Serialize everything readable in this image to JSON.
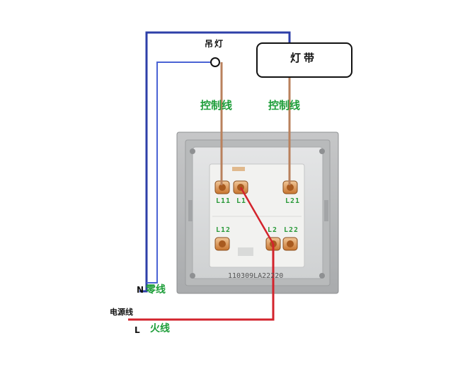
{
  "labels": {
    "pendant_lamp": "吊灯",
    "light_strip": "灯带",
    "control_wire_1": "控制线",
    "control_wire_2": "控制线",
    "neutral_letter": "N",
    "neutral_text": "零线",
    "power_line": "电源线",
    "live_letter": "L",
    "live_text": "火线"
  },
  "terminals": {
    "l11": "L11",
    "l1": "L1",
    "l21": "L21",
    "l12": "L12",
    "l2": "L2",
    "l22": "L22"
  },
  "model_code": "110309LA22220",
  "colors": {
    "neutral_wire": "#2e3fa8",
    "live_wire": "#d3232c",
    "control_wire": "#b9815d",
    "label_green": "#1e9e3a"
  }
}
